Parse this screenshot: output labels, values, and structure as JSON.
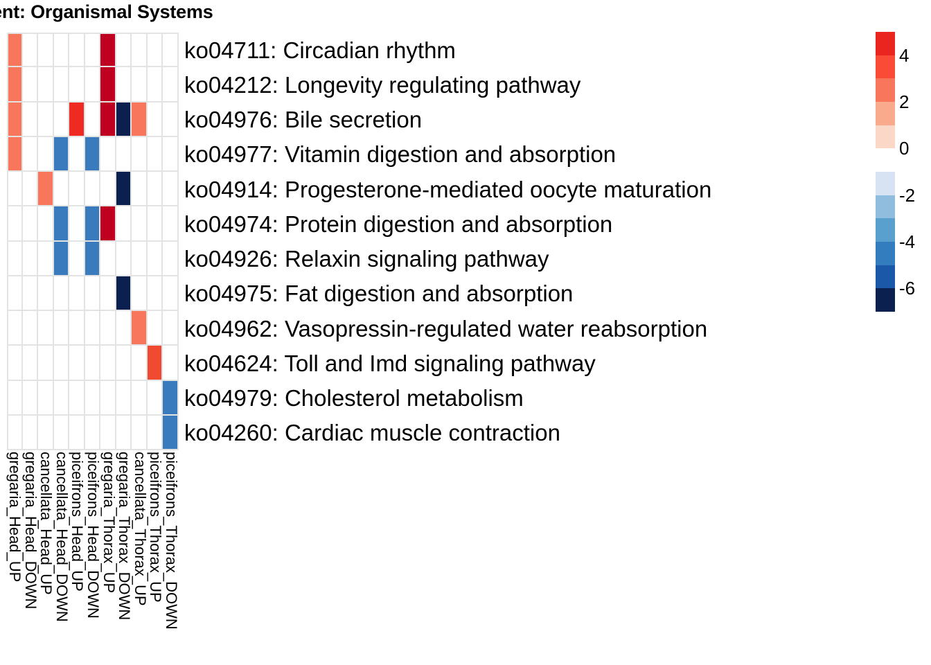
{
  "title": "hment: Organismal Systems",
  "chart_data": {
    "type": "heatmap",
    "title": "hment: Organismal Systems",
    "xlabel": "",
    "ylabel": "",
    "grid": true,
    "legend_position": "right",
    "colorbar": {
      "tick_labels": [
        "4",
        "2",
        "0",
        "-2",
        "-4",
        "-6"
      ],
      "tick_values": [
        4,
        2,
        0,
        -2,
        -4,
        -6
      ],
      "range": [
        -7,
        5
      ],
      "swatches": [
        "#EA2520",
        "#F94B35",
        "#F8765C",
        "#F9AA8D",
        "#FBD7C8",
        "#FFFFFF",
        "#D7E3F2",
        "#90BDDE",
        "#59A0CF",
        "#337CBE",
        "#1B59A8",
        "#0C2050"
      ]
    },
    "columns": [
      "gregaria_Head_UP",
      "gregaria_Head_DOWN",
      "cancellata_Head_UP",
      "cancellata_Head_DOWN",
      "piceifrons_Head_UP",
      "piceifrons_Head_DOWN",
      "gregaria_Thorax_UP",
      "gregaria_Thorax_DOWN",
      "cancellata_Thorax_UP",
      "piceifrons_Thorax_UP",
      "piceifrons_Thorax_DOWN"
    ],
    "rows": [
      "ko04711: Circadian rhythm",
      "ko04212: Longevity regulating pathway",
      "ko04976: Bile secretion",
      "ko04977: Vitamin digestion and absorption",
      "ko04914: Progesterone-mediated oocyte maturation",
      "ko04974: Protein digestion and absorption",
      "ko04926: Relaxin signaling pathway",
      "ko04975: Fat digestion and absorption",
      "ko04962: Vasopressin-regulated water reabsorption",
      "ko04624: Toll and Imd signaling pathway",
      "ko04979: Cholesterol metabolism",
      "ko04260: Cardiac muscle contraction"
    ],
    "values": [
      [
        2.6,
        null,
        null,
        null,
        null,
        null,
        5.0,
        null,
        null,
        null,
        null
      ],
      [
        2.6,
        null,
        null,
        null,
        null,
        null,
        5.0,
        null,
        null,
        null,
        null
      ],
      [
        2.6,
        null,
        null,
        null,
        4.2,
        null,
        5.0,
        -6.5,
        2.6,
        null,
        null
      ],
      [
        2.6,
        null,
        null,
        -4.0,
        null,
        -4.0,
        null,
        null,
        null,
        null,
        null
      ],
      [
        null,
        null,
        2.6,
        null,
        null,
        null,
        null,
        -6.5,
        null,
        null,
        null
      ],
      [
        null,
        null,
        null,
        -4.0,
        null,
        -4.0,
        5.0,
        null,
        null,
        null,
        null
      ],
      [
        null,
        null,
        null,
        -4.0,
        null,
        -4.0,
        null,
        null,
        null,
        null,
        null
      ],
      [
        null,
        null,
        null,
        null,
        null,
        null,
        null,
        -6.5,
        null,
        null,
        null
      ],
      [
        null,
        null,
        null,
        null,
        null,
        null,
        null,
        null,
        2.6,
        null,
        null
      ],
      [
        null,
        null,
        null,
        null,
        null,
        null,
        null,
        null,
        null,
        3.6,
        null
      ],
      [
        null,
        null,
        null,
        null,
        null,
        null,
        null,
        null,
        null,
        null,
        -4.0
      ],
      [
        null,
        null,
        null,
        null,
        null,
        null,
        null,
        null,
        null,
        null,
        -4.0
      ]
    ],
    "cell_colors": [
      [
        "#F8765C",
        null,
        null,
        null,
        null,
        null,
        "#C00020",
        null,
        null,
        null,
        null
      ],
      [
        "#F8765C",
        null,
        null,
        null,
        null,
        null,
        "#C00020",
        null,
        null,
        null,
        null
      ],
      [
        "#F8765C",
        null,
        null,
        null,
        "#EE2A22",
        null,
        "#C00020",
        "#0C2050",
        "#F8765C",
        null,
        null
      ],
      [
        "#F8765C",
        null,
        null,
        "#3A7BBE",
        null,
        "#3A7BBE",
        null,
        null,
        null,
        null,
        null
      ],
      [
        null,
        null,
        "#F8765C",
        null,
        null,
        null,
        null,
        "#0C2050",
        null,
        null,
        null
      ],
      [
        null,
        null,
        null,
        "#3A7BBE",
        null,
        "#3A7BBE",
        "#C00020",
        null,
        null,
        null,
        null
      ],
      [
        null,
        null,
        null,
        "#3A7BBE",
        null,
        "#3A7BBE",
        null,
        null,
        null,
        null,
        null
      ],
      [
        null,
        null,
        null,
        null,
        null,
        null,
        null,
        "#0C2050",
        null,
        null,
        null
      ],
      [
        null,
        null,
        null,
        null,
        null,
        null,
        null,
        null,
        "#F8765C",
        null,
        null
      ],
      [
        null,
        null,
        null,
        null,
        null,
        null,
        null,
        null,
        null,
        "#F04A30",
        null
      ],
      [
        null,
        null,
        null,
        null,
        null,
        null,
        null,
        null,
        null,
        null,
        "#3A7BBE"
      ],
      [
        null,
        null,
        null,
        null,
        null,
        null,
        null,
        null,
        null,
        null,
        "#3A7BBE"
      ]
    ],
    "empty_cell_color": "#FFFFFF",
    "grid_line_color": "#E3E3E3"
  }
}
